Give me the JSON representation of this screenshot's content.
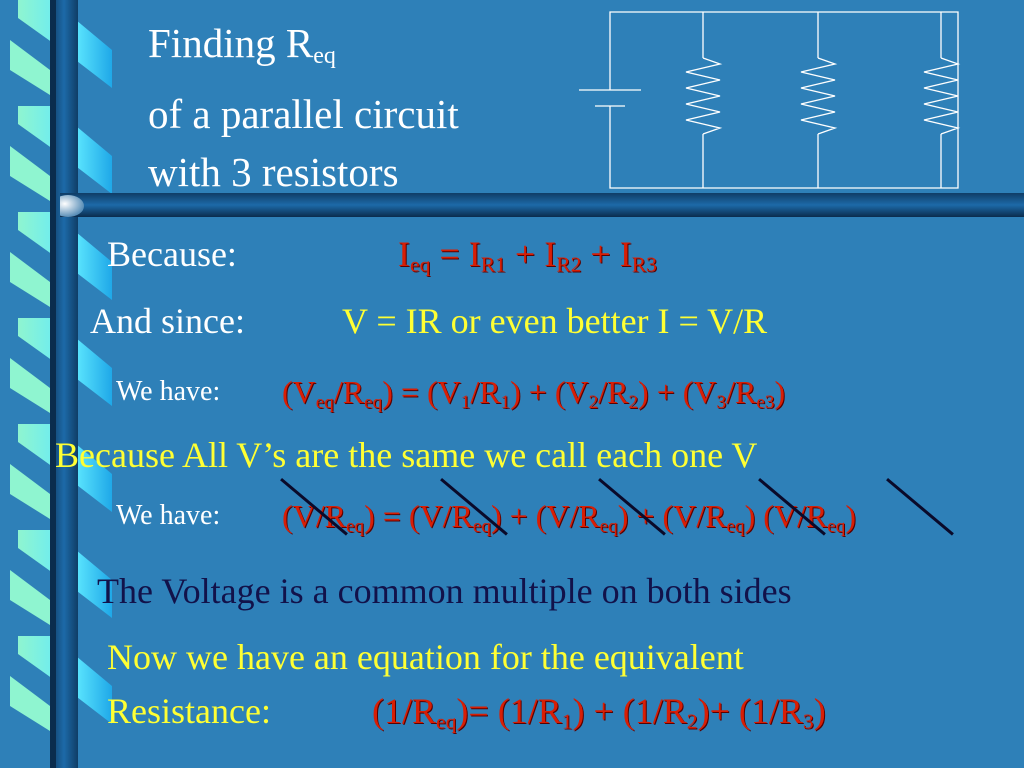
{
  "title": {
    "line1_a": "Finding R",
    "line1_sub": "eq",
    "line2": "of a parallel circuit",
    "line3": "with 3 resistors"
  },
  "because": {
    "label": "Because:",
    "I1": "I",
    "I1s": "eq",
    "eq": " = I",
    "s1": "R1",
    "p1": " + I",
    "s2": "R2",
    "p2": " + I",
    "s3": "R3"
  },
  "since": {
    "label": "And since:",
    "text": "V = IR  or even better  I = V/R"
  },
  "have1": {
    "label": "We have:",
    "a": "(V",
    "a_s": "eq",
    "b": "/R",
    "b_s": "eq",
    "c": ") = (V",
    "c_s": "1",
    "d": "/R",
    "d_s": "1",
    "e": ") + (V",
    "e_s": "2",
    "f": "/R",
    "f_s": "2",
    "g": ") + (V",
    "g_s": "3",
    "h": "/R",
    "h_s": "e3",
    "i": ")"
  },
  "same_v": "Because All V’s are the same we call each one V",
  "have2": {
    "label": "We have:",
    "a": "(V/R",
    "a_s": "eq",
    "b": ") = (V/R",
    "b_s": "eq",
    "c": ") + (V/R",
    "c_s": "eq",
    "d": ") + (V/R",
    "d_s": "eq",
    "e": ") (V/R",
    "e_s": "eq",
    "f": ")"
  },
  "common": "The Voltage is a common multiple on both sides",
  "now": {
    "line1": "Now we have an equation for the equivalent",
    "label": "Resistance:",
    "a": "(1/R",
    "a_s": "eq",
    "b": ")= (1/R",
    "b_s": "1",
    "c": ") + (1/R",
    "c_s": "2",
    "d": ")+ (1/R",
    "d_s": "3",
    "e": ")"
  },
  "colors": {
    "background": "#2e80b8",
    "ribbon_light": "#5ee8ff",
    "ribbon_mint": "#8ff5d0",
    "white": "#ffffff",
    "yellow": "#ffff33",
    "red": "#d81e05",
    "navy": "#12124a"
  }
}
